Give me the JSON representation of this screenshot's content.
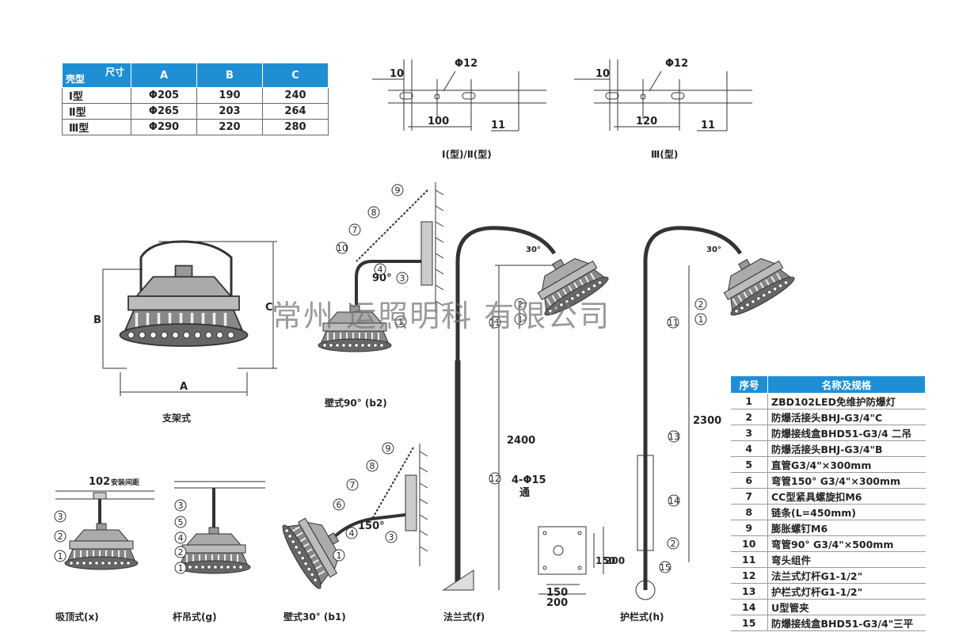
{
  "dim_table": {
    "corner_top": "尺寸",
    "corner_bottom": "壳型",
    "headers": [
      "A",
      "B",
      "C"
    ],
    "rows": [
      {
        "type": "Ⅰ型",
        "a": "Φ205",
        "b": "190",
        "c": "240"
      },
      {
        "type": "Ⅱ型",
        "a": "Φ265",
        "b": "203",
        "c": "264"
      },
      {
        "type": "Ⅲ型",
        "a": "Φ290",
        "b": "220",
        "c": "280"
      }
    ]
  },
  "bracket_dims": {
    "left": {
      "d10": "10",
      "phi": "Φ12",
      "d100": "100",
      "d11": "11",
      "caption": "Ⅰ(型)/Ⅱ(型)"
    },
    "right": {
      "d10": "10",
      "phi": "Φ12",
      "d120": "120",
      "d11": "11",
      "caption": "Ⅲ(型)"
    }
  },
  "captions": {
    "bracket": "支架式",
    "wall90": "壁式90° (b2)",
    "ceiling": "吸顶式(x)",
    "pendant": "杆吊式(g)",
    "wall30": "壁式30° (b1)",
    "flange": "法兰式(f)",
    "guardrail": "护栏式(h)"
  },
  "dim_labels": {
    "a": "A",
    "b": "B",
    "c": "C",
    "d102": "102",
    "install": "安装间距",
    "a90": "90°",
    "a150": "150°",
    "a30": "30°",
    "h2400": "2400",
    "h2300": "2300",
    "holes": "4-Φ15",
    "through": "通",
    "s150": "150",
    "s200": "200"
  },
  "callouts": [
    "1",
    "2",
    "3",
    "4",
    "5",
    "6",
    "7",
    "8",
    "9",
    "10",
    "11",
    "12",
    "13",
    "14",
    "15"
  ],
  "watermark": "常州 运照明科 有限公司",
  "parts_table": {
    "headers": [
      "序号",
      "名称及规格"
    ],
    "rows": [
      {
        "no": "1",
        "spec": "ZBD102LED免维护防爆灯"
      },
      {
        "no": "2",
        "spec": "防爆活接头BHJ-G3/4\"C"
      },
      {
        "no": "3",
        "spec": "防爆接线盒BHD51-G3/4 二吊"
      },
      {
        "no": "4",
        "spec": "防爆活接头BHJ-G3/4\"B"
      },
      {
        "no": "5",
        "spec": "直管G3/4\"×300mm"
      },
      {
        "no": "6",
        "spec": "弯管150° G3/4\"×300mm"
      },
      {
        "no": "7",
        "spec": "CC型紧具螺旋扣M6"
      },
      {
        "no": "8",
        "spec": "链条(L=450mm)"
      },
      {
        "no": "9",
        "spec": "膨胀螺钉M6"
      },
      {
        "no": "10",
        "spec": "弯管90° G3/4\"×500mm"
      },
      {
        "no": "11",
        "spec": "弯头组件"
      },
      {
        "no": "12",
        "spec": "法兰式灯杆G1-1/2\""
      },
      {
        "no": "13",
        "spec": "护栏式灯杆G1-1/2\""
      },
      {
        "no": "14",
        "spec": "U型管夹"
      },
      {
        "no": "15",
        "spec": "防爆接线盒BHD51-G3/4\"三平"
      }
    ]
  }
}
